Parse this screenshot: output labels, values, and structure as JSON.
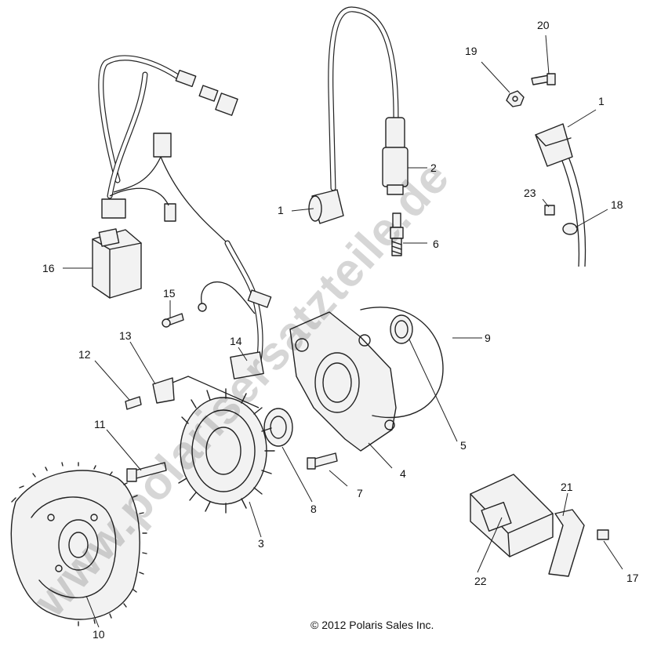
{
  "callouts": {
    "c1a": "1",
    "c1b": "1",
    "c2": "2",
    "c3": "3",
    "c4": "4",
    "c5": "5",
    "c6": "6",
    "c7": "7",
    "c8": "8",
    "c9": "9",
    "c10": "10",
    "c11": "11",
    "c12": "12",
    "c13": "13",
    "c14": "14",
    "c15": "15",
    "c16": "16",
    "c17": "17",
    "c18": "18",
    "c19": "19",
    "c20": "20",
    "c21": "21",
    "c22": "22",
    "c23": "23"
  },
  "watermark": "www.polarisersatzteile.de",
  "copyright": "© 2012 Polaris Sales Inc."
}
